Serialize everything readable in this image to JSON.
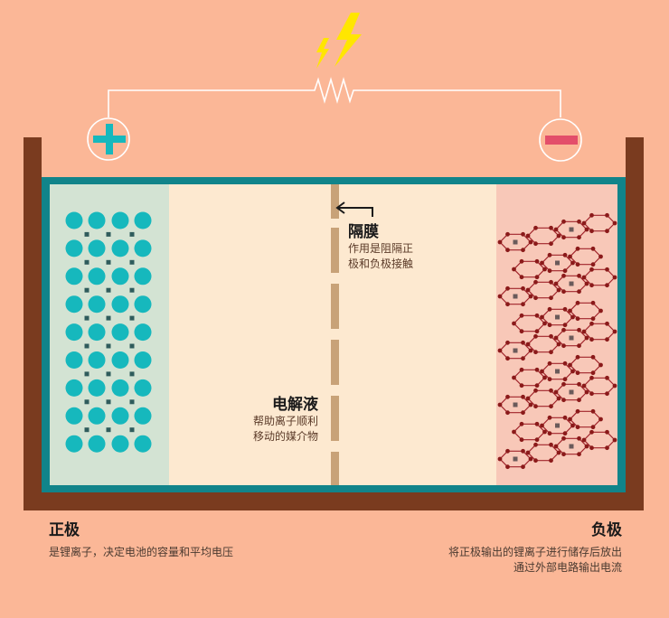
{
  "separator": {
    "title": "隔膜",
    "desc_lines": [
      "作用是阻隔正",
      "极和负极接触"
    ]
  },
  "electrolyte": {
    "title": "电解液",
    "desc_lines": [
      "帮助离子顺利",
      "移动的媒介物"
    ]
  },
  "positive": {
    "title": "正极",
    "desc": "是锂离子，决定电池的容量和平均电压"
  },
  "negative": {
    "title": "负极",
    "desc_lines": [
      "将正极输出的锂离子进行储存后放出",
      "通过外部电路输出电流"
    ]
  },
  "colors": {
    "background": "#fbb797",
    "casing": "#7a3b1f",
    "frame": "#11848a",
    "electrolyte": "#fde9d0",
    "cathode_bg": "#d3e3d3",
    "anode_bg": "#f8c8b8",
    "ion": "#16b8bd",
    "anode_node": "#8b1a1a",
    "separator": "#c8a278",
    "plus_sign": "#16b8bd",
    "minus_sign": "#e34e6a",
    "lightning": "#ffe600"
  },
  "icons": [
    "lightning-icon",
    "resistor-icon",
    "plus-terminal-icon",
    "minus-terminal-icon",
    "arrow-left-icon"
  ]
}
